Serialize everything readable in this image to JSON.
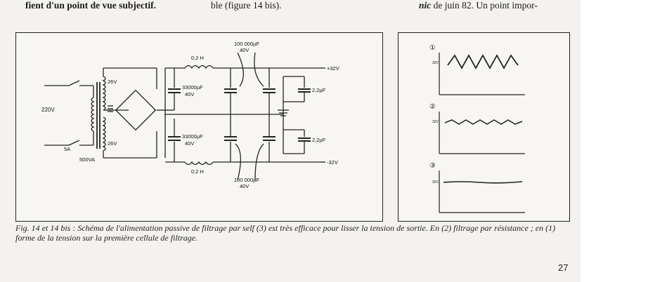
{
  "header": {
    "col1_fragment": "fient d'un point de vue subjectif.",
    "col2_fragment": "ble (figure 14 bis).",
    "col3_italic": "nic",
    "col3_rest": " de juin 82. Un point impor-"
  },
  "schematic": {
    "mains_voltage": "220V",
    "fuse_rating": "5A",
    "transformer_power": "500VA",
    "secondary_top": "26V",
    "secondary_bottom": "26V",
    "choke_top": "0,2 H",
    "choke_bottom": "0,2 H",
    "cap_top_main": "33000µF",
    "cap_top_main_v": "40V",
    "cap_bottom_main": "33000µF",
    "cap_bottom_main_v": "40V",
    "cap_filter_top": "100 000µF",
    "cap_filter_top_v": "40V",
    "cap_filter_bottom": "100 000µF",
    "cap_filter_bottom_v": "40V",
    "cap_small_top": "2,2µF",
    "cap_small_bottom": "2,2µF",
    "out_pos": "+32V",
    "out_neg": "-32V"
  },
  "waveforms": {
    "marker_1": "①",
    "marker_2": "②",
    "marker_3": "③",
    "level_label": "32V"
  },
  "caption": {
    "text": "Fig. 14 et 14 bis : Schéma de l'alimentation passive de filtrage par self (3) est très efficace pour lisser la tension de sortie. En (2) filtrage par résistance ; en (1) forme de la tension sur la première cellule de filtrage."
  },
  "page_number": "27"
}
